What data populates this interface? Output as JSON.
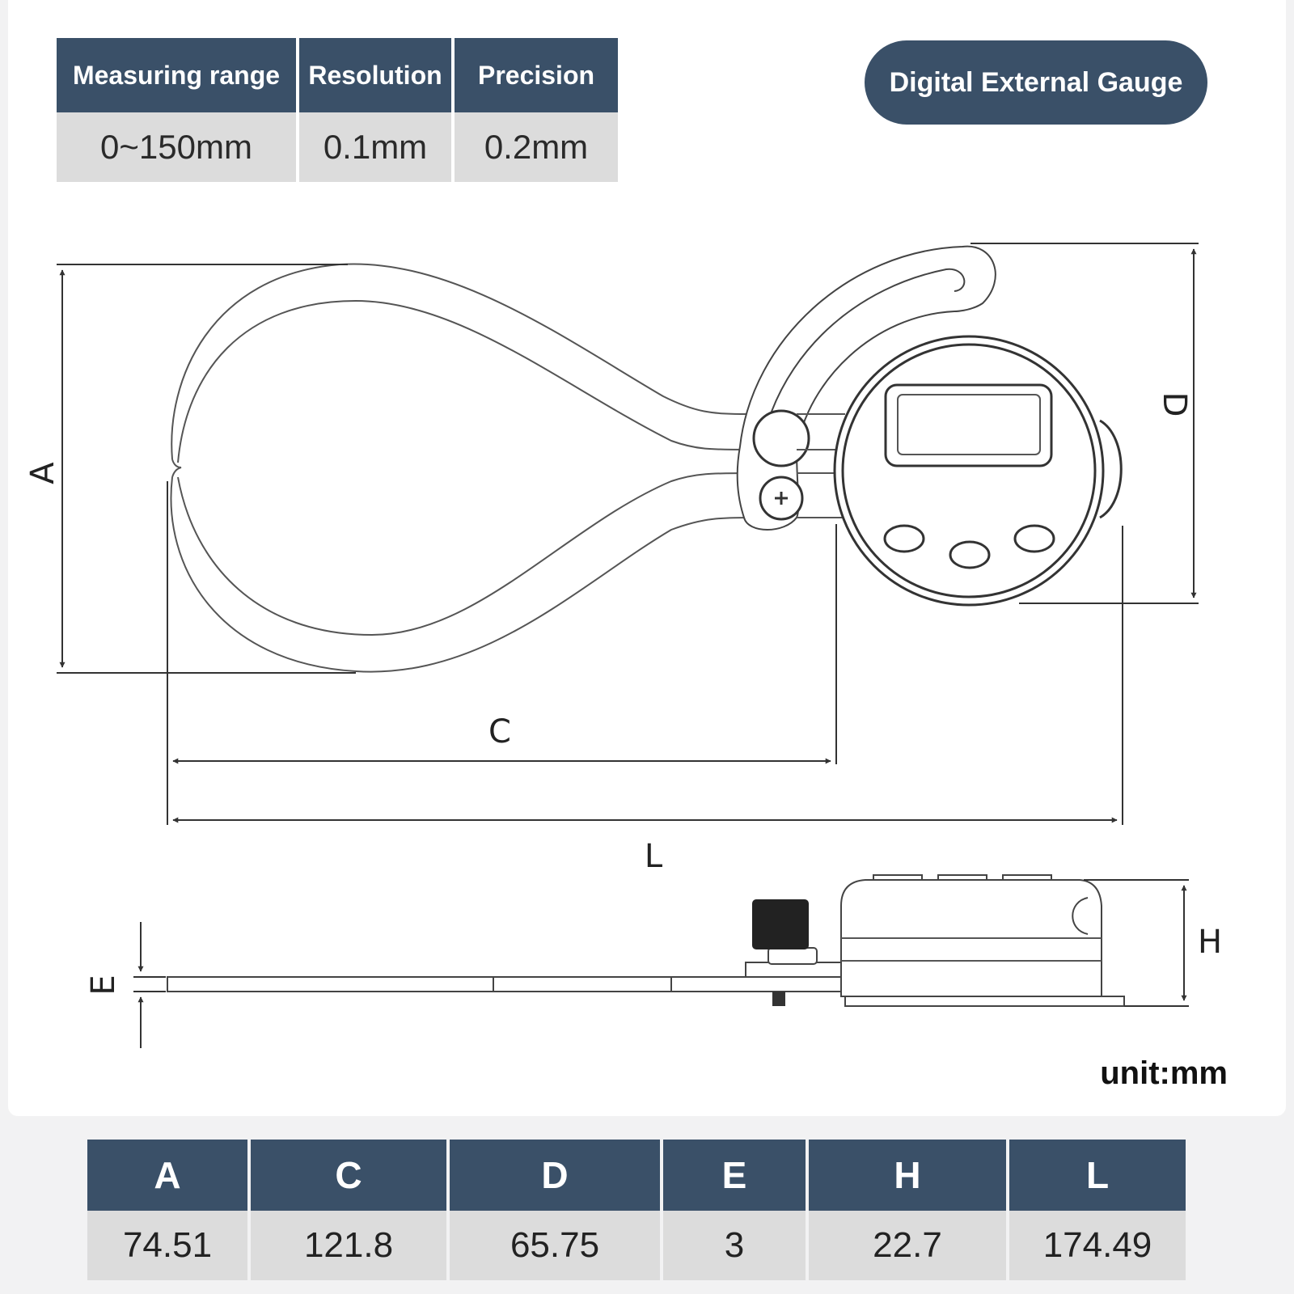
{
  "specs": {
    "headers": [
      "Measuring range",
      "Resolution",
      "Precision"
    ],
    "values": [
      "0~150mm",
      "0.1mm",
      "0.2mm"
    ]
  },
  "title": "Digital External Gauge",
  "diagram_labels": {
    "A": "A",
    "C": "C",
    "D": "D",
    "L": "L",
    "E": "E",
    "H": "H"
  },
  "unit": "unit:mm",
  "dimensions": {
    "headers": [
      "A",
      "C",
      "D",
      "E",
      "H",
      "L"
    ],
    "values": [
      "74.51",
      "121.8",
      "65.75",
      "3",
      "22.7",
      "174.49"
    ]
  },
  "colors": {
    "header_bg": "#3a5068",
    "cell_bg": "#dcdcdc"
  }
}
